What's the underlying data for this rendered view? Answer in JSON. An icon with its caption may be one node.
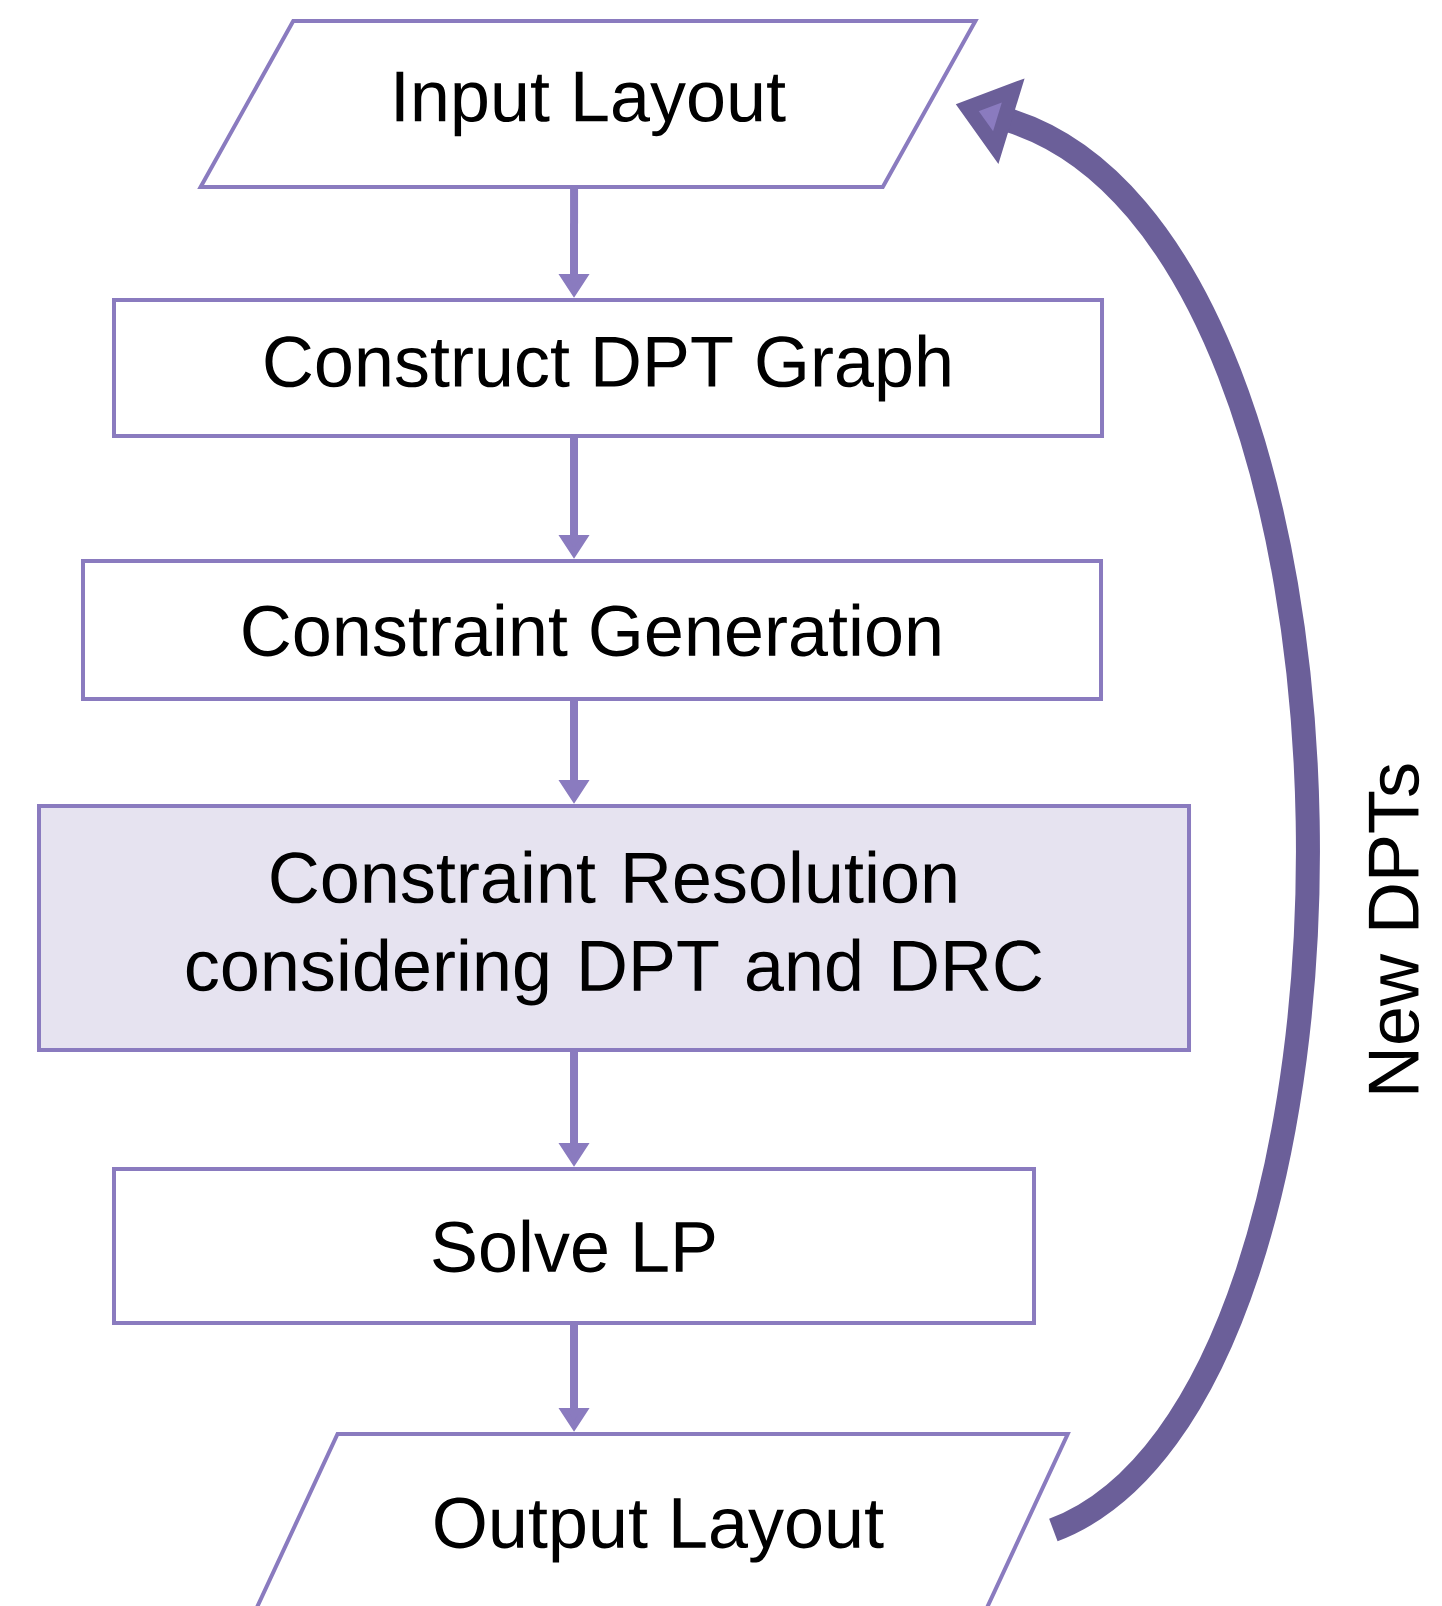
{
  "diagram": {
    "nodes": [
      {
        "text": [
          "Input Layout"
        ]
      },
      {
        "text": [
          "Construct DPT Graph"
        ]
      },
      {
        "text": [
          "Constraint Generation"
        ]
      },
      {
        "text": [
          "Constraint Resolution considering DPT and DRC"
        ]
      },
      {
        "text": [
          "Solve LP"
        ]
      },
      {
        "text": [
          "Output Layout"
        ]
      }
    ],
    "edges": [
      {
        "from": 0,
        "to": 1,
        "arrow": "to"
      },
      {
        "from": 1,
        "to": 2,
        "arrow": "to"
      },
      {
        "from": 2,
        "to": 3,
        "arrow": "to"
      },
      {
        "from": 3,
        "to": 4,
        "arrow": "to"
      },
      {
        "from": 4,
        "to": 5,
        "arrow": "to"
      },
      {
        "from": 5,
        "to": 0,
        "arrow": "to",
        "label": "New DPTs",
        "style": "thick",
        "color": "#6b5f99"
      }
    ]
  }
}
